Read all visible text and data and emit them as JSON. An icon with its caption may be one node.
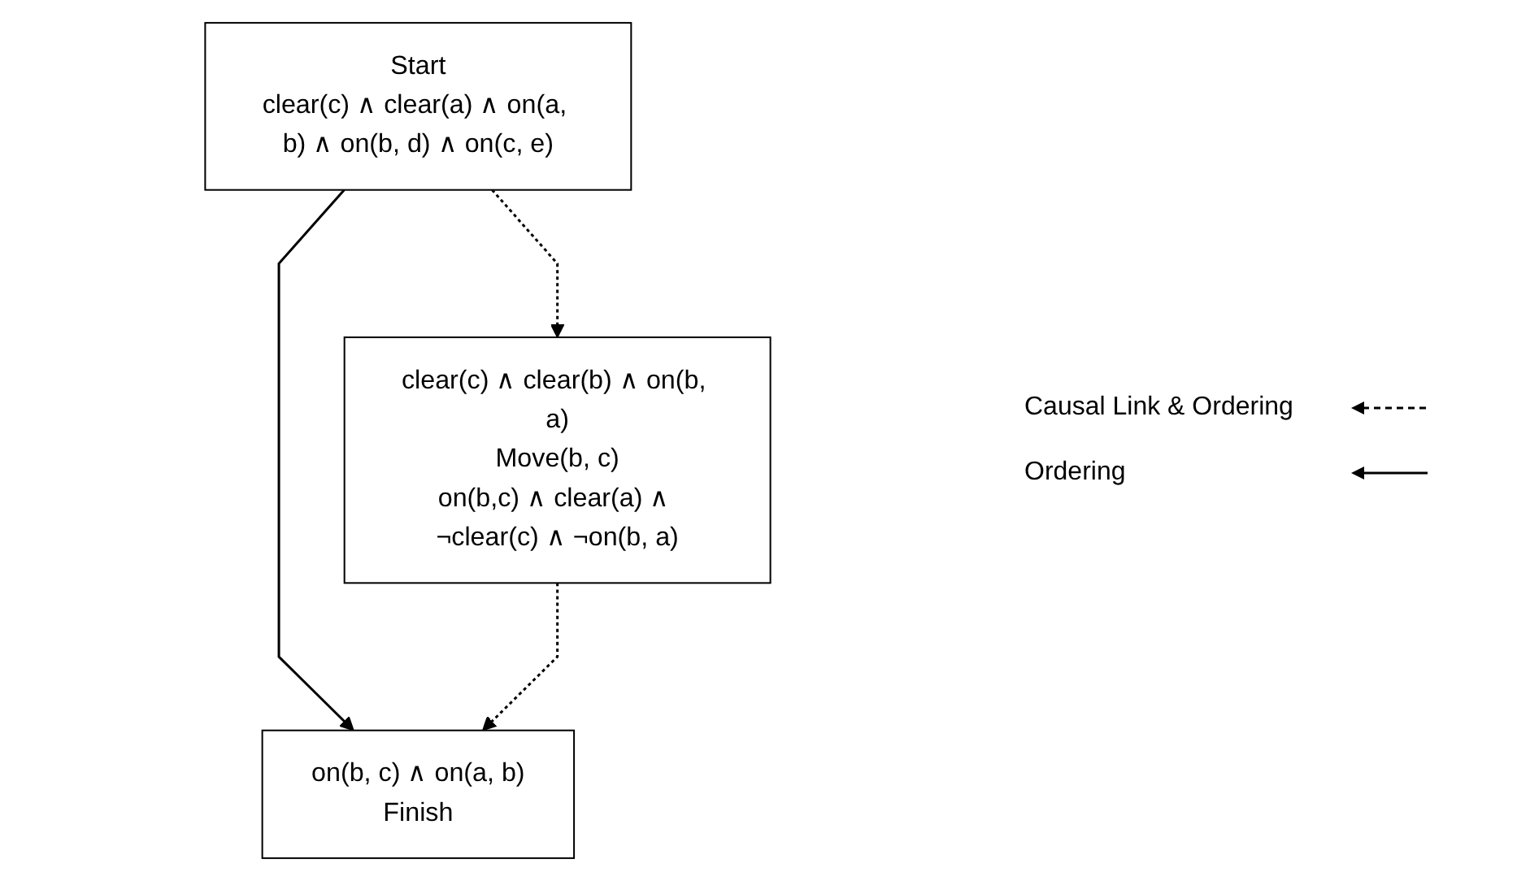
{
  "diagram": {
    "nodes": [
      {
        "text": [
          "Start",
          "clear(c) ∧ clear(a) ∧ on(a, b) ∧ on(b, d) ∧ on(c, e)"
        ]
      },
      {
        "text": [
          "clear(c) ∧ clear(b) ∧ on(b, a)",
          "Move(b, c)",
          "on(b,c) ∧ clear(a) ∧ ¬clear(c) ∧ ¬on(b, a)"
        ]
      },
      {
        "text": [
          "on(b, c) ∧ on(a, b)",
          "Finish"
        ]
      }
    ],
    "edges": [
      {
        "from": 0,
        "to": 1,
        "arrow": "to",
        "style": "dashed"
      },
      {
        "from": 0,
        "to": 2,
        "arrow": "to"
      },
      {
        "from": 1,
        "to": 2,
        "arrow": "to",
        "style": "dashed"
      }
    ],
    "legend": [
      {
        "text": "Causal Link & Ordering"
      },
      {
        "text": "Ordering"
      }
    ]
  }
}
